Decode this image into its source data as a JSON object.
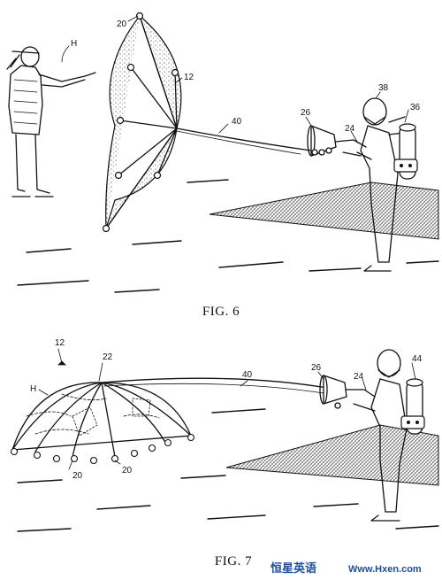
{
  "figures": [
    {
      "caption": "FIG. 6",
      "refs": {
        "canopy_tip": "20",
        "canopy": "12",
        "tether": "40",
        "person": "H",
        "horn": "26",
        "grip": "24",
        "helmet": "38",
        "tank": "36"
      }
    },
    {
      "caption": "FIG. 7",
      "refs": {
        "device": "12",
        "dome_top": "22",
        "tether": "40",
        "person": "H",
        "tip_left": "20",
        "tip_right": "20",
        "horn": "26",
        "grip": "24",
        "tank": "44"
      }
    }
  ],
  "watermark": {
    "chinese": "恒星英语",
    "url": "Www.Hxen.com"
  },
  "colors": {
    "ink": "#111111",
    "watermark": "#1e4f9c",
    "hatch": "#555555"
  }
}
